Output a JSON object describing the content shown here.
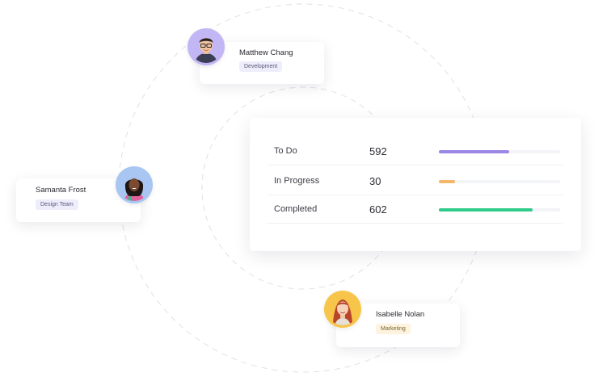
{
  "people": [
    {
      "name": "Matthew Chang",
      "team": "Development",
      "avatar_bg": "#c3b6f5"
    },
    {
      "name": "Samanta Frost",
      "team": "Design Team",
      "avatar_bg": "#a9c6f2"
    },
    {
      "name": "Isabelle Nolan",
      "team": "Marketing",
      "avatar_bg": "#f7c54a"
    }
  ],
  "stats": [
    {
      "label": "To Do",
      "value": "592",
      "progress": 0.58,
      "color": "#9b86e6"
    },
    {
      "label": "In Progress",
      "value": "30",
      "progress": 0.13,
      "color": "#f6b66a"
    },
    {
      "label": "Completed",
      "value": "602",
      "progress": 0.77,
      "color": "#2ecb8a"
    }
  ],
  "colors": {
    "track": "#f3f4f7",
    "arc": "#e3e3e8"
  }
}
